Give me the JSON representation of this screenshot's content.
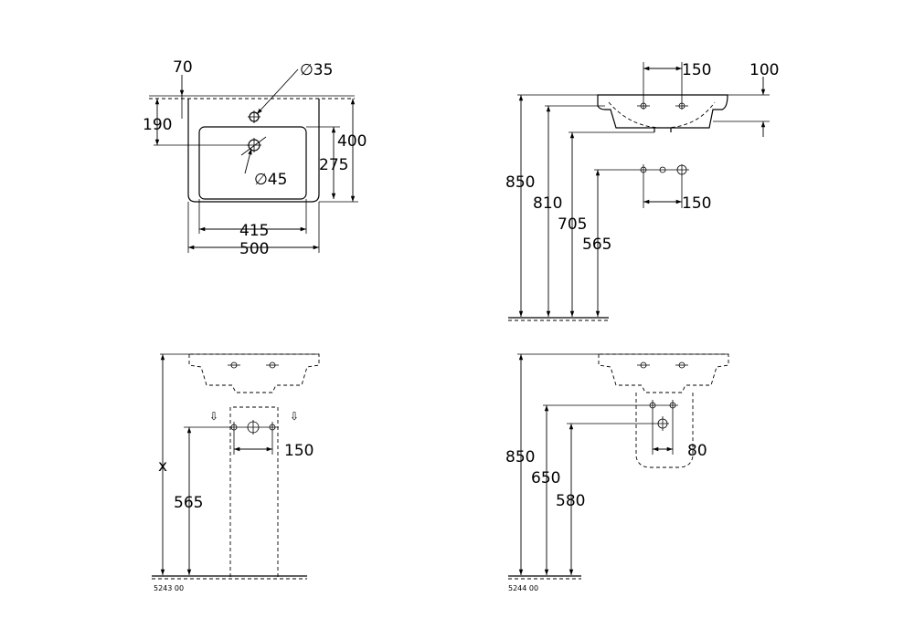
{
  "plan_view": {
    "dim_tap_offset": "70",
    "dim_tap_hole": "∅35",
    "dim_tap_depth": "190",
    "dim_overall_depth": "400",
    "dim_bowl_depth": "275",
    "dim_waste": "∅45",
    "dim_bowl_width": "415",
    "dim_overall_width": "500"
  },
  "side_view": {
    "dim_tap_spacing_top": "150",
    "dim_rim_height": "100",
    "dim_height_rim": "850",
    "dim_height_under": "810",
    "dim_height_bowl": "705",
    "dim_height_fixings": "565",
    "dim_fixing_spacing": "150"
  },
  "pedestal_view": {
    "dim_height_x": "x",
    "dim_height_fixings": "565",
    "dim_fixing_spacing": "150",
    "product_code": "5243 00"
  },
  "semi_pedestal_view": {
    "dim_height_rim": "850",
    "dim_height_fixings": "650",
    "dim_height_waste": "580",
    "dim_fixing_spacing": "80",
    "product_code": "5244 00"
  }
}
